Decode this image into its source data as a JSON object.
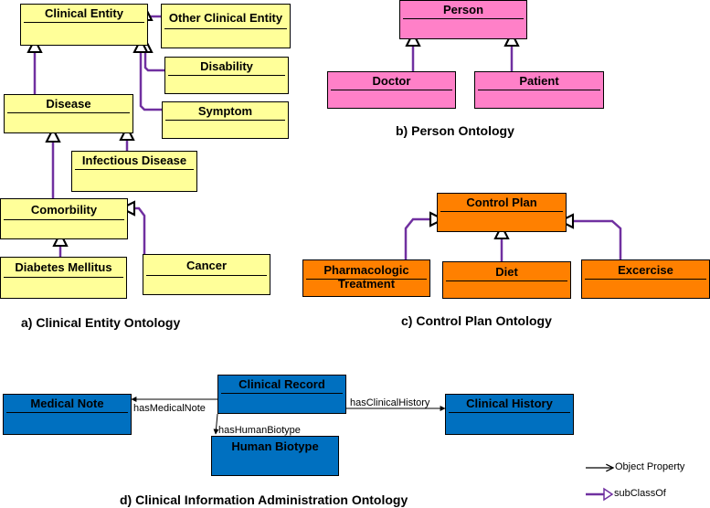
{
  "classes": {
    "clinical_entity": "Clinical Entity",
    "other_clinical_entity": "Other Clinical Entity",
    "disability": "Disability",
    "disease": "Disease",
    "symptom": "Symptom",
    "infectious_disease": "Infectious Disease",
    "comorbility": "Comorbility",
    "diabetes_mellitus": "Diabetes Mellitus",
    "cancer": "Cancer",
    "person": "Person",
    "doctor": "Doctor",
    "patient": "Patient",
    "control_plan": "Control Plan",
    "pharmacologic_treatment": "Pharmacologic Treatment",
    "diet": "Diet",
    "excercise": "Excercise",
    "clinical_record": "Clinical Record",
    "medical_note": "Medical Note",
    "clinical_history": "Clinical History",
    "human_biotype": "Human Biotype"
  },
  "properties": {
    "has_medical_note": "hasMedicalNote",
    "has_clinical_history": "hasClinicalHistory",
    "has_human_biotype": "hasHumanBiotype"
  },
  "captions": {
    "a": "a) Clinical Entity Ontology",
    "b": "b) Person Ontology",
    "c": "c) Control Plan Ontology",
    "d": "d) Clinical Information Administration Ontology"
  },
  "legend": {
    "object_property": "Object Property",
    "subclass_of": "subClassOf"
  },
  "colors": {
    "clinical_entity_boxes": "#ffff99",
    "person_boxes": "#ff80c8",
    "control_plan_boxes": "#ff8000",
    "clinical_admin_boxes": "#0070c0",
    "subclass_line": "#7030a0",
    "property_line": "#000000"
  }
}
